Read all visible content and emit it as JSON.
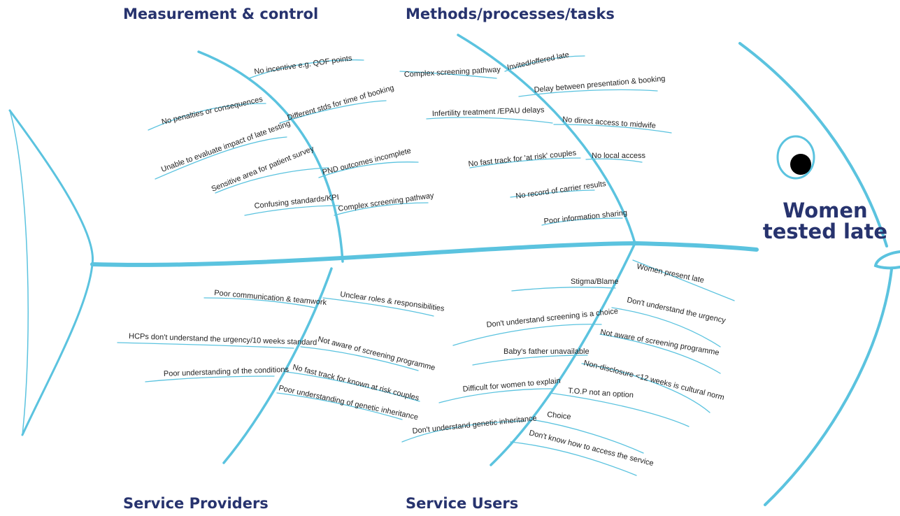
{
  "effect": {
    "line1": "Women",
    "line2": "tested late"
  },
  "categories": {
    "measurement": "Measurement & control",
    "methods": "Methods/processes/tasks",
    "providers": "Service Providers",
    "users": "Service Users"
  },
  "causes": {
    "measurement": [
      "No incentive e.g. QOF points",
      "No penalties or consequences",
      "Different stds for time of booking",
      "Unable to evaluate impact of late testing",
      "Sensitive area for patient survey",
      "PND outcomes incomplete",
      "Confusing standards/KPI",
      "Complex screening pathway"
    ],
    "methods": [
      "Complex screening pathway",
      "Invited/offered late",
      "Delay between presentation & booking",
      "Infertility treatment /EPAU delays",
      "No direct access to midwife",
      "No fast track for 'at risk' couples",
      "No local access",
      "No record of carrier results",
      "Poor information sharing"
    ],
    "providers": [
      "Poor communication & teamwork",
      "Unclear roles & responsibilities",
      "HCPs don't understand the urgency/10 weeks standard",
      "Not aware of screening programme",
      "Poor understanding of the conditions",
      "No fast track for known at risk couples",
      "Poor understanding of genetic inheritance"
    ],
    "users": [
      "Women present late",
      "Stigma/Blame",
      "Don't understand the urgency",
      "Don't understand screening is a choice",
      "Not aware of screening programme",
      "Baby's father unavailable",
      "Non-disclosure <12 weeks is cultural norm",
      "Difficult for women to explain",
      "T.O.P not an option",
      "Choice",
      "Don't understand genetic inheritance",
      "Don't know how to access the service"
    ]
  },
  "colors": {
    "line": "#5bc3df",
    "heading": "#27336e",
    "text": "#222222",
    "eye": "#000000"
  },
  "icons": {
    "eye": "fish-eye-icon"
  }
}
